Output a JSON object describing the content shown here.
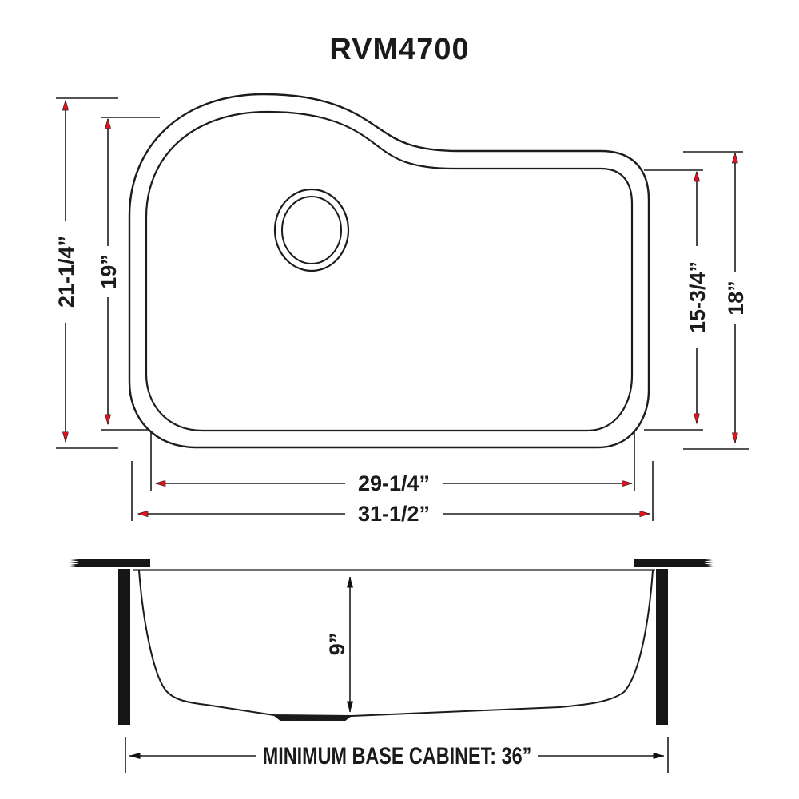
{
  "title": "RVM4700",
  "diagram_type": "sink-dimension-drawing",
  "colors": {
    "line": "#1c1c1c",
    "text": "#1b1b1b",
    "arrow_red": "#e8101a",
    "arrow_black": "#111111",
    "solid_fill": "#161616",
    "background": "#ffffff"
  },
  "top_view": {
    "dim_overall_height": "21-1/4”",
    "dim_bowl_height": "19”",
    "dim_bowl_right_height": "15-3/4”",
    "dim_right_height": "18”",
    "dim_bowl_width": "29-1/4”",
    "dim_overall_width": "31-1/2”"
  },
  "side_view": {
    "dim_depth": "9”",
    "cabinet_label": "MINIMUM BASE CABINET: 36”"
  }
}
